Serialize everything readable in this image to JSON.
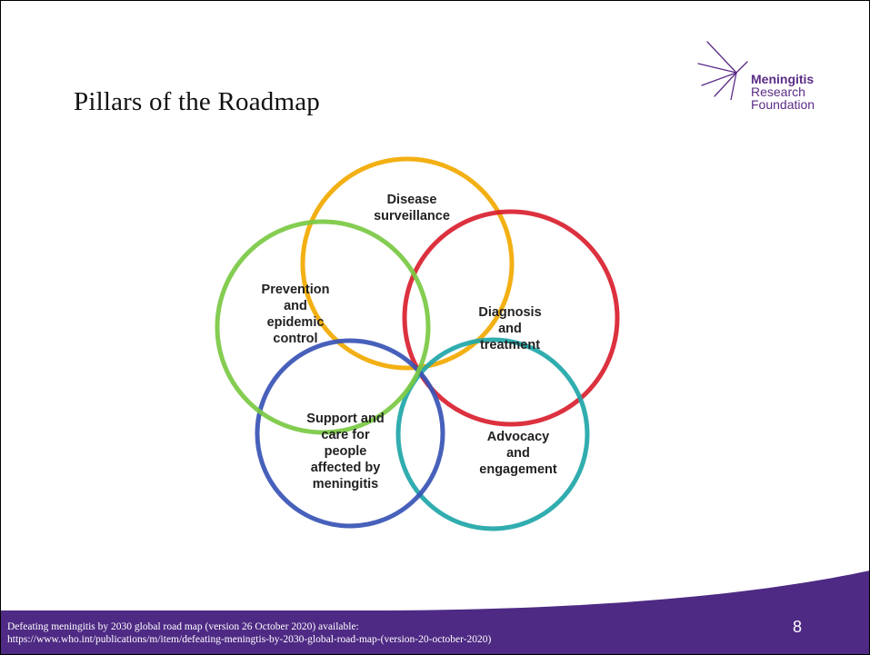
{
  "slide": {
    "title": "Pillars of the Roadmap",
    "page_number": "8",
    "footer_line1": "Defeating meningitis by 2030 global road map (version 26 October 2020) available:",
    "footer_line2": "https://www.who.int/publications/m/item/defeating-meningtis-by-2030-global-road-map-(version-20-october-2020)"
  },
  "logo": {
    "line1": "Meningitis",
    "line2": "Research",
    "line3": "Foundation"
  },
  "pillars": [
    {
      "label": "Disease\nsurveillance",
      "color": "#f2a900"
    },
    {
      "label": "Diagnosis\nand\ntreatment",
      "color": "#d9202f"
    },
    {
      "label": "Advocacy\nand\nengagement",
      "color": "#1fa6a8"
    },
    {
      "label": "Support and\ncare for\npeople\naffected by\nmeningitis",
      "color": "#3754b5"
    },
    {
      "label": "Prevention\nand\nepidemic\ncontrol",
      "color": "#7ac943"
    }
  ],
  "colors": {
    "footer_purple": "#4e2a84",
    "brand_purple": "#5b2d86"
  }
}
